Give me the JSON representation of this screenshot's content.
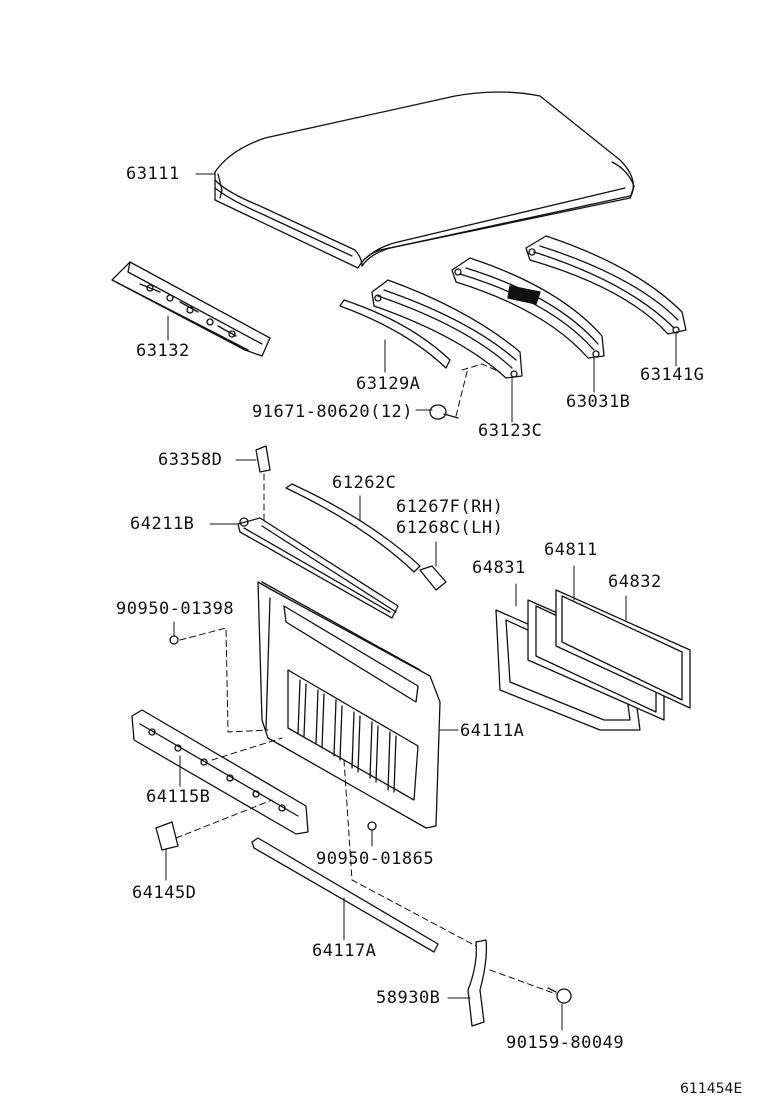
{
  "labels": {
    "p63111": "63111",
    "p63132": "63132",
    "p63129A": "63129A",
    "p91671": "91671-80620(12)",
    "p63123C": "63123C",
    "p63031B": "63031B",
    "p63141G": "63141G",
    "p63358D": "63358D",
    "p61262C": "61262C",
    "p61267F": "61267F(RH)",
    "p61268C": "61268C(LH)",
    "p64211B": "64211B",
    "p64831": "64831",
    "p64811": "64811",
    "p64832": "64832",
    "p90950_01398": "90950-01398",
    "p64111A": "64111A",
    "p64115B": "64115B",
    "p90950_01865": "90950-01865",
    "p64145D": "64145D",
    "p64117A": "64117A",
    "p58930B": "58930B",
    "p90159": "90159-80049"
  },
  "figure_id": "611454E"
}
